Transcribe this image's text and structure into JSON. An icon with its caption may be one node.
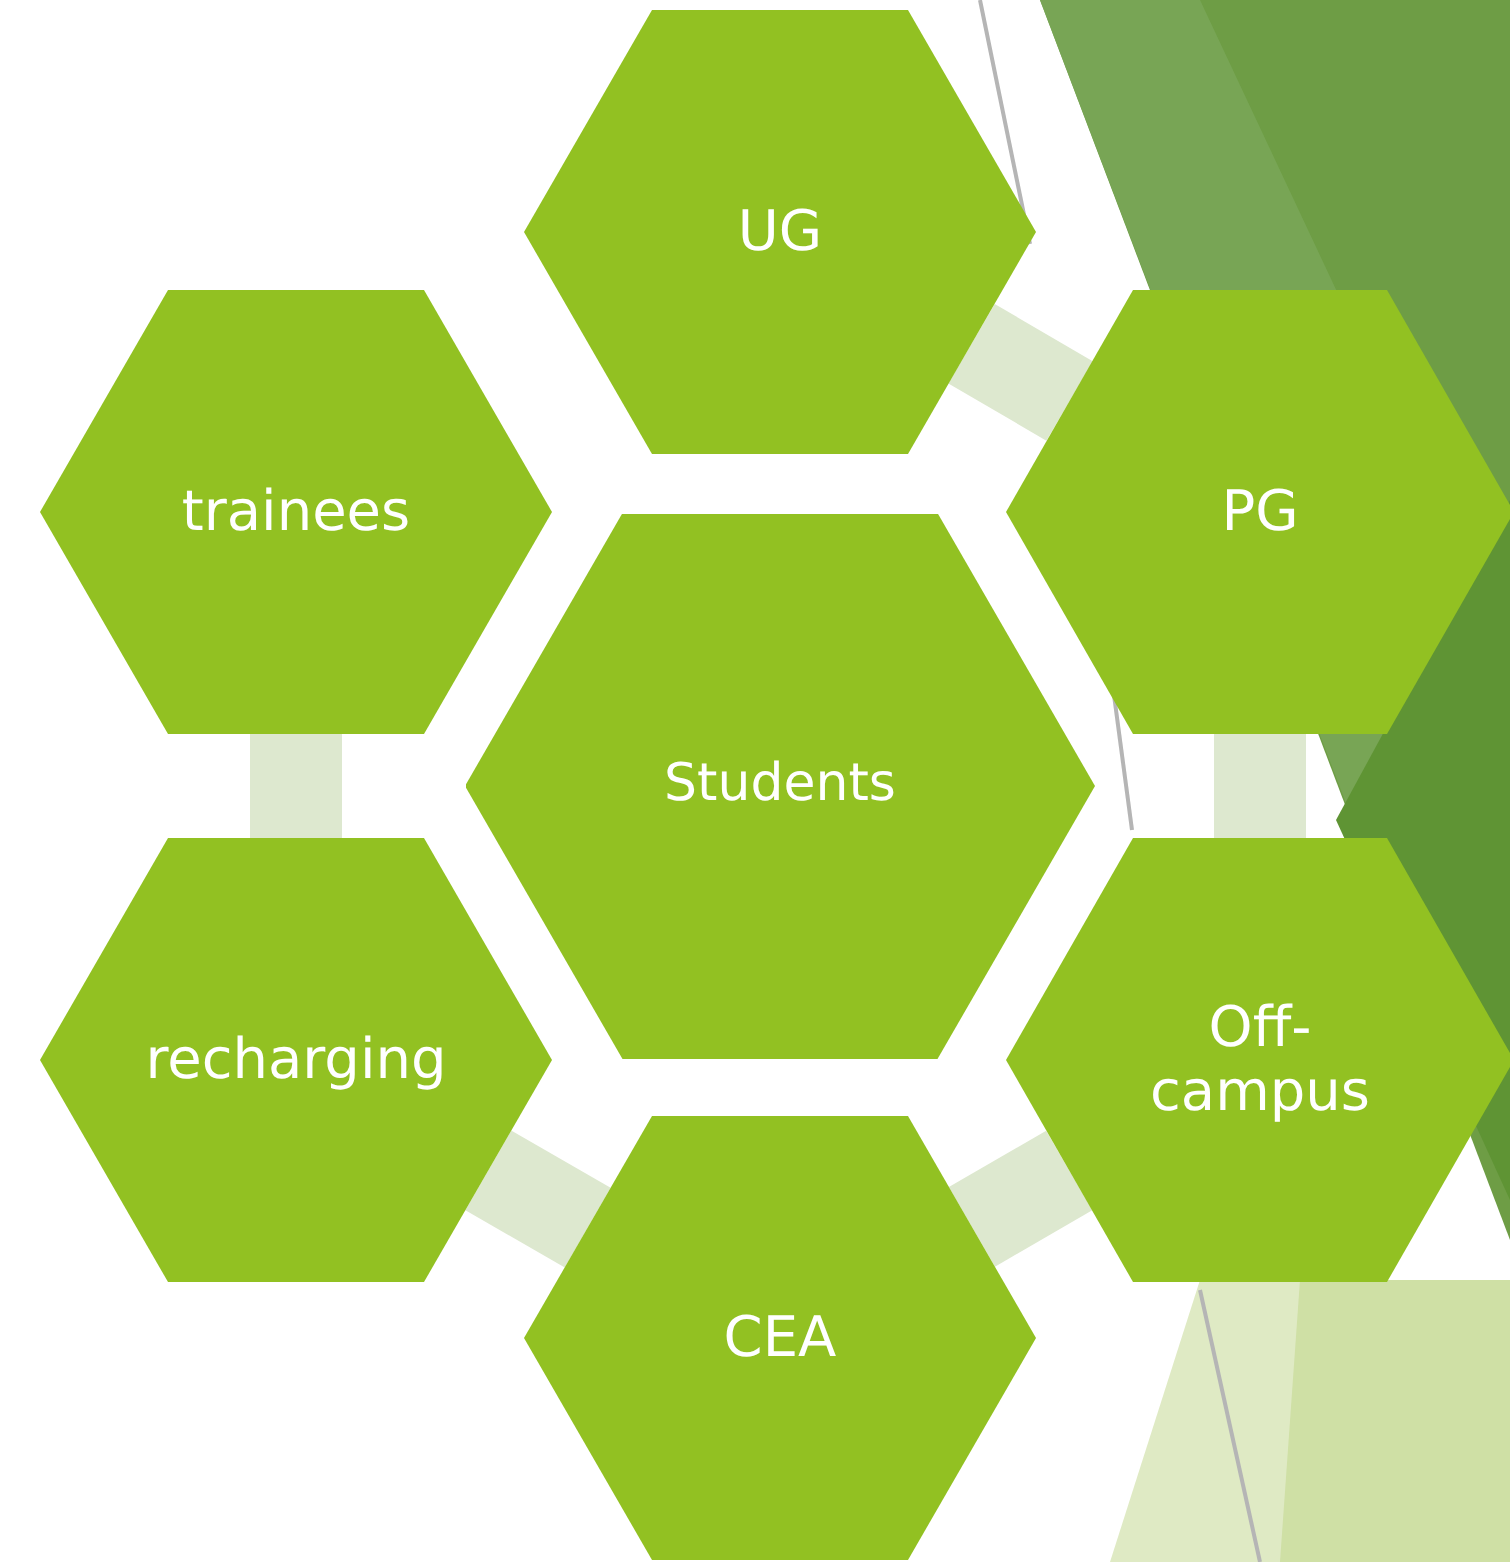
{
  "diagram": {
    "nodes": [
      {
        "text": [
          "UG"
        ]
      },
      {
        "text": [
          "trainees"
        ]
      },
      {
        "text": [
          "PG"
        ]
      },
      {
        "text": [
          "Students"
        ]
      },
      {
        "text": [
          "recharging"
        ]
      },
      {
        "text": [
          "Off- campus"
        ]
      },
      {
        "text": [
          "CEA"
        ]
      }
    ],
    "edges": [
      {
        "from": 0,
        "to": 2,
        "arrow": "none"
      },
      {
        "from": 2,
        "to": 5,
        "arrow": "none"
      },
      {
        "from": 5,
        "to": 6,
        "arrow": "none"
      },
      {
        "from": 6,
        "to": 4,
        "arrow": "none"
      },
      {
        "from": 4,
        "to": 1,
        "arrow": "none"
      }
    ]
  }
}
